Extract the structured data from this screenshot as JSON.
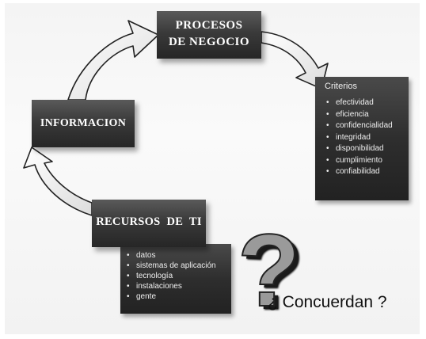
{
  "diagram": {
    "nodes": {
      "procesos": "PROCESOS\nDE NEGOCIO",
      "procesos_line1": "PROCESOS",
      "procesos_line2": "DE NEGOCIO",
      "informacion": "INFORMACION",
      "recursos": "RECURSOS DE TI"
    },
    "criterios": {
      "title": "Criterios",
      "items": [
        "efectividad",
        "eficiencia",
        "confidencialidad",
        "integridad",
        "disponibilidad",
        "cumplimiento",
        "confiabilidad"
      ]
    },
    "recursos_list": {
      "items": [
        "datos",
        "sistemas de aplicación",
        "tecnología",
        "instalaciones",
        "gente"
      ]
    },
    "question": {
      "symbol": "?",
      "text": "¿ Concuerdan ?"
    }
  }
}
